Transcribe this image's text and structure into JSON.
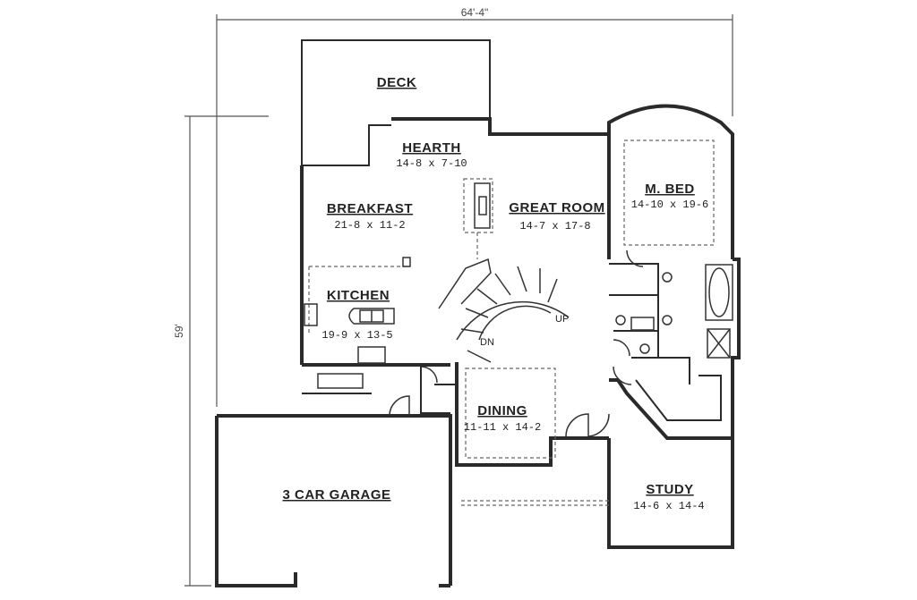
{
  "dimensions": {
    "width": "64'-4\"",
    "depth": "59'"
  },
  "rooms": {
    "deck": {
      "name": "DECK"
    },
    "hearth": {
      "name": "HEARTH",
      "size": "14-8 x 7-10"
    },
    "breakfast": {
      "name": "BREAKFAST",
      "size": "21-8 x 11-2"
    },
    "kitchen": {
      "name": "KITCHEN",
      "size": "19-9 x 13-5"
    },
    "great_room": {
      "name": "GREAT ROOM",
      "size": "14-7 x 17-8"
    },
    "master_bed": {
      "name": "M. BED",
      "size": "14-10 x 19-6"
    },
    "dining": {
      "name": "DINING",
      "size": "11-11 x 14-2"
    },
    "study": {
      "name": "STUDY",
      "size": "14-6 x 14-4"
    },
    "garage": {
      "name": "3 CAR GARAGE"
    }
  },
  "stairs": {
    "up": "UP",
    "down": "DN"
  }
}
